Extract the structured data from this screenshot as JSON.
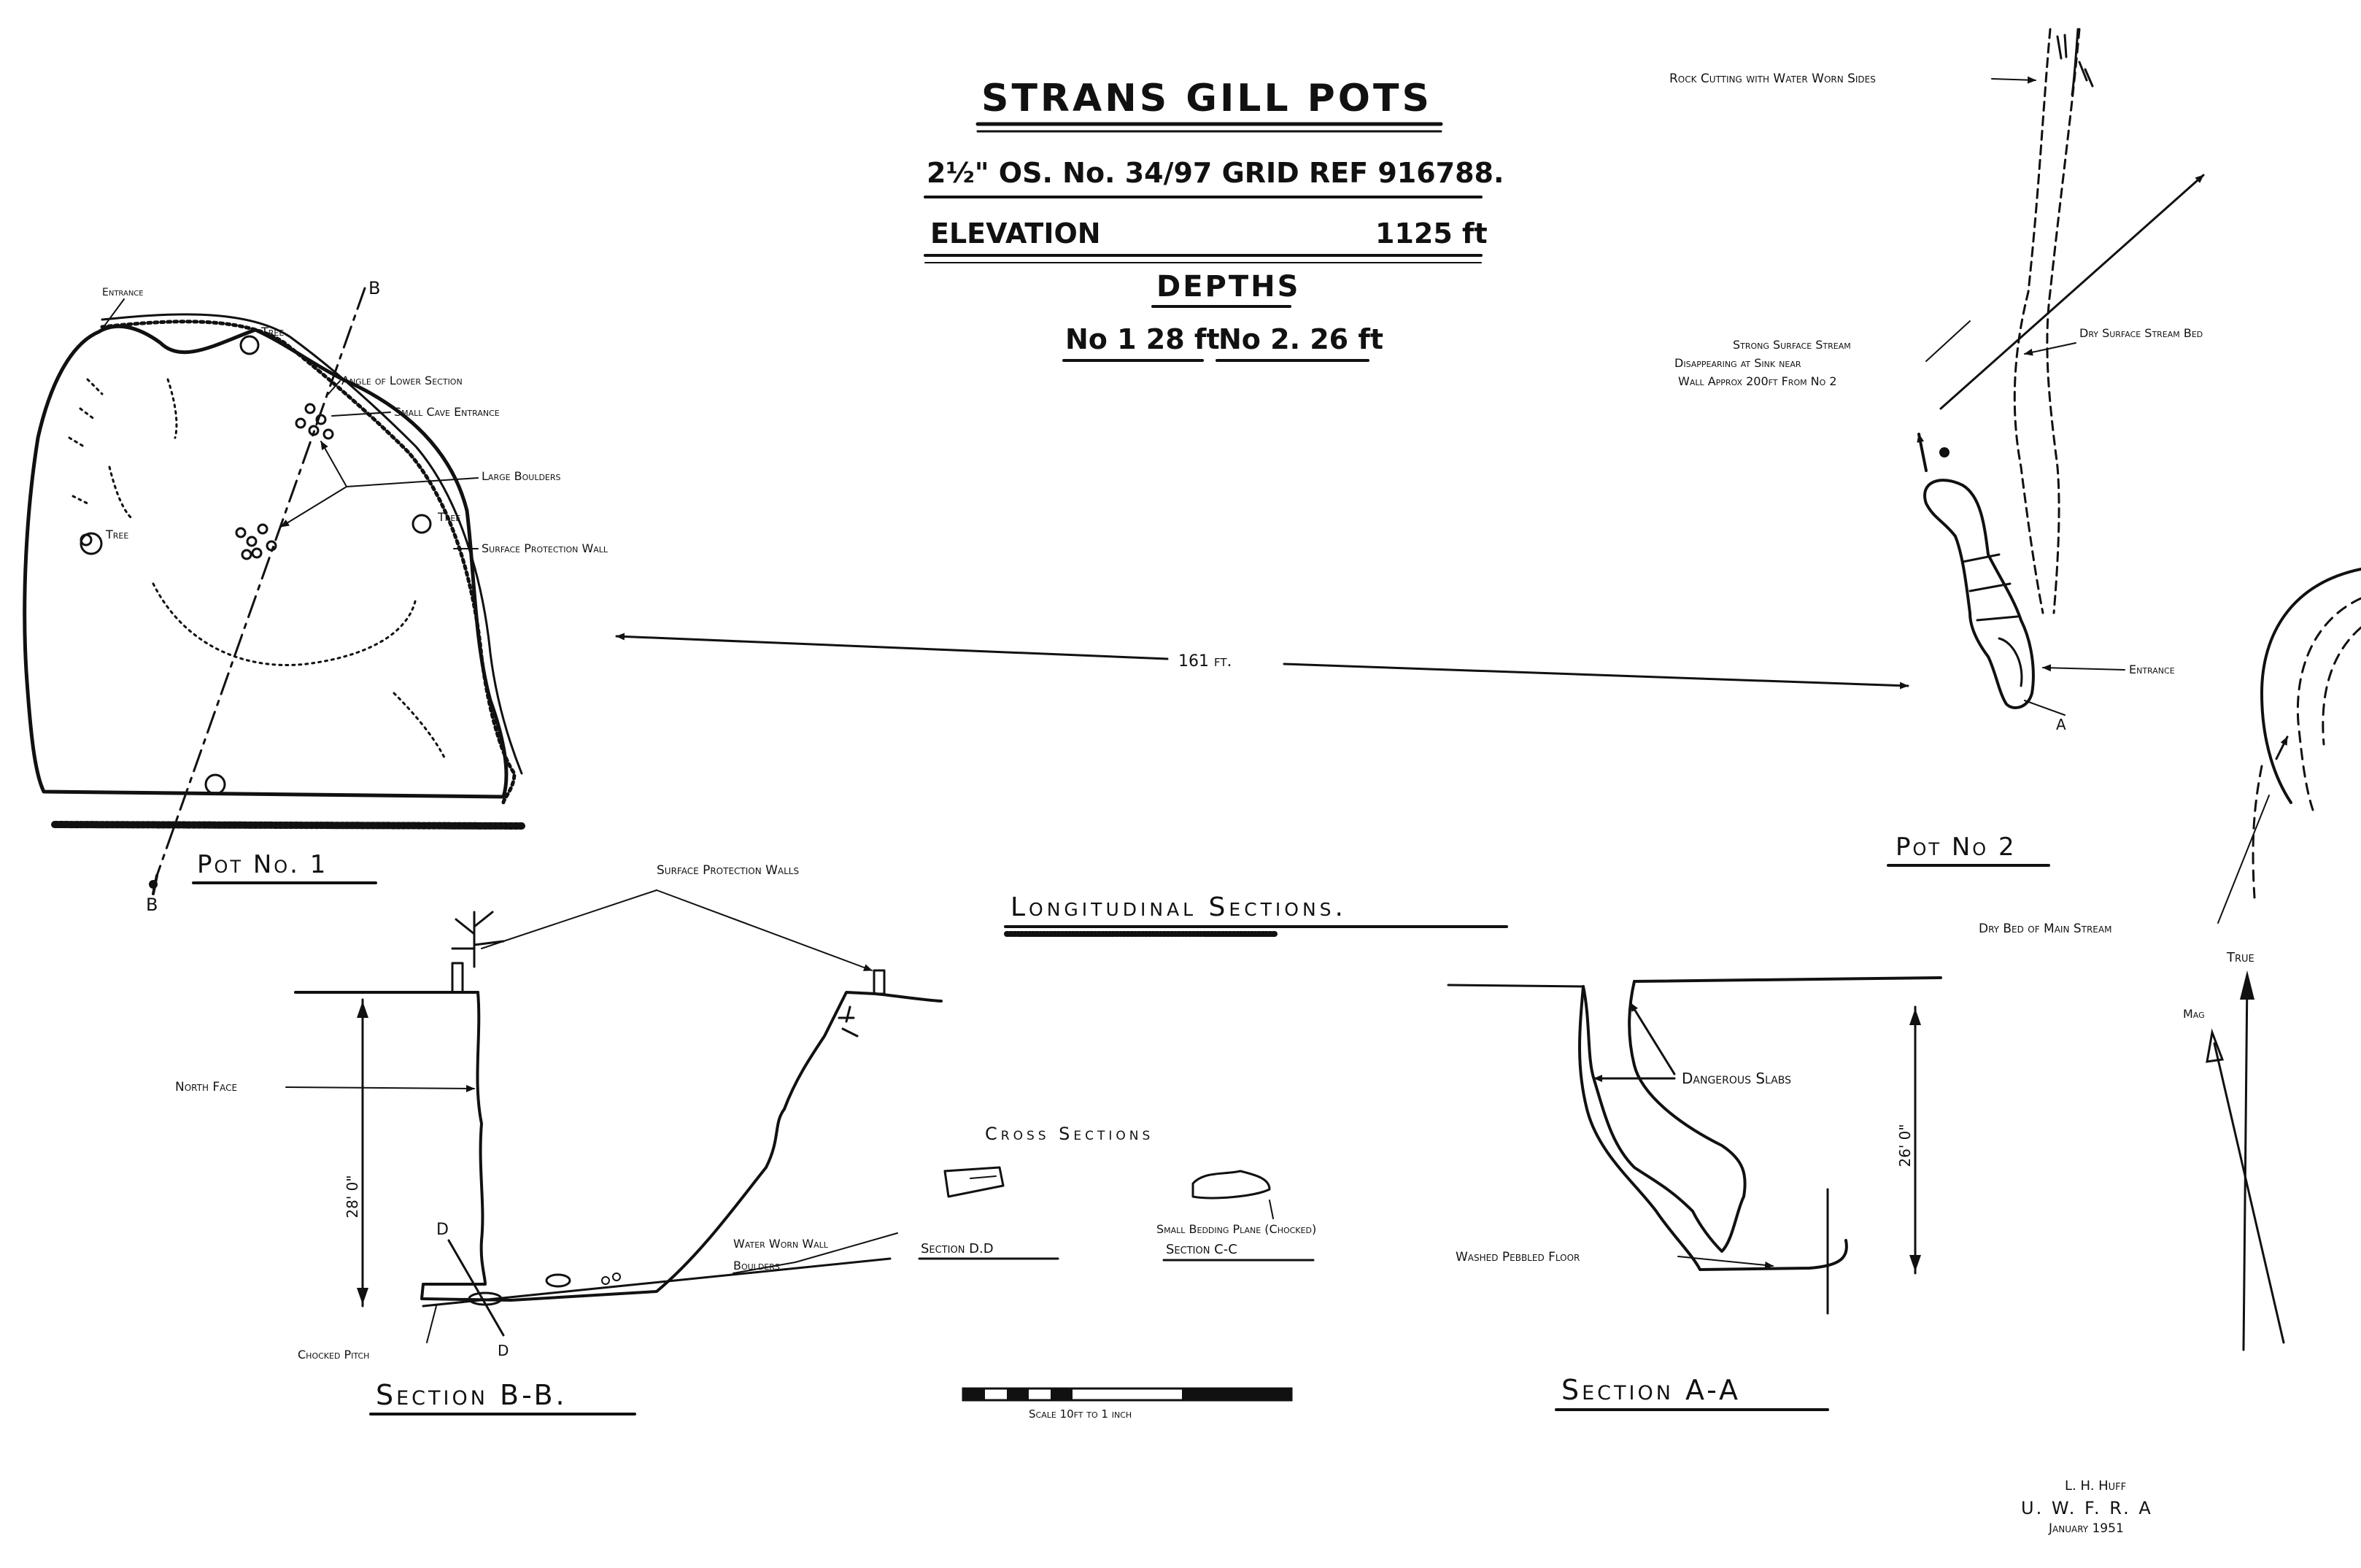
{
  "header": {
    "title": "STRANS GILL POTS",
    "map_ref": "2½\" OS. No. 34/97 GRID REF 916788.",
    "elevation_label": "ELEVATION",
    "elevation_value": "1125 ft",
    "depths_label": "DEPTHS",
    "depth_no1": "No 1 28 ft",
    "depth_no2": "No 2. 26 ft"
  },
  "pot1": {
    "title": "Pot No. 1",
    "entrance": "Entrance",
    "section_marker_top": "B",
    "section_marker_bottom": "B",
    "tree_labels": [
      "Tree",
      "Tree",
      "Tree"
    ],
    "angle_lower": "Angle of Lower Section",
    "small_cave": "Small Cave Entrance",
    "large_boulders": "Large Boulders",
    "surface_wall": "Surface Protection Wall"
  },
  "distance_label": "161 ft.",
  "pot2": {
    "title": "Pot No 2",
    "rock_cutting": "Rock Cutting with Water Worn Sides",
    "strong_stream": [
      "Strong Surface Stream",
      "Disappearing at Sink near",
      "Wall Approx 200ft From No 2"
    ],
    "dry_stream": "Dry Surface Stream Bed",
    "entrance": "Entrance",
    "marker_a": "A",
    "dry_bed": "Dry Bed of Main Stream",
    "north_true": "True",
    "north_mag": "Mag"
  },
  "long_sections": {
    "title": "Longitudinal Sections.",
    "surface_walls": "Surface Protection Walls",
    "north_face": "North Face",
    "depth_bb": "28' 0\"",
    "marker_d_top": "D",
    "marker_d_bottom": "D",
    "choked_pitch": "Chocked Pitch",
    "water_worn": [
      "Water Worn Wall",
      "Boulders"
    ],
    "section_bb": "Section B-B.",
    "dangerous_slabs": "Dangerous Slabs",
    "depth_aa": "26' 0\"",
    "washed_floor": "Washed Pebbled Floor",
    "section_aa": "Section A-A"
  },
  "cross_sections": {
    "title": "Cross Sections",
    "section_dd": "Section D.D",
    "small_bedding": "Small Bedding Plane (Chocked)",
    "section_cc": "Section C-C"
  },
  "scale_label": "Scale 10ft to 1 inch",
  "credit": [
    "L. H. Huff",
    "U. W. F. R. A",
    "January 1951"
  ]
}
